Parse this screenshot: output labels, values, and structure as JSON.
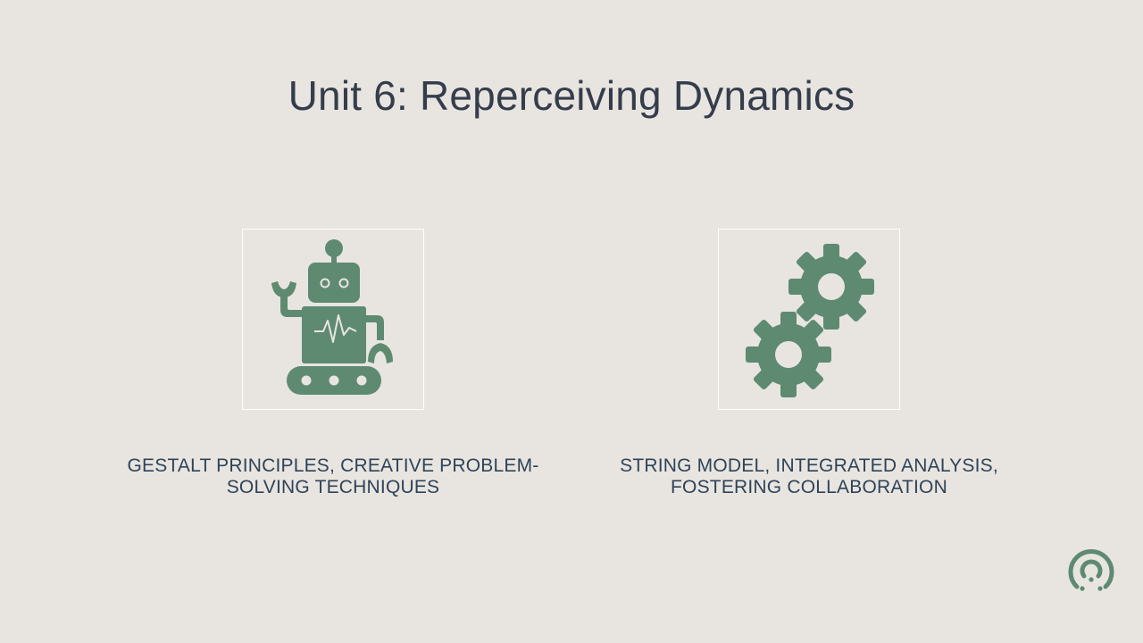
{
  "slide": {
    "title": "Unit 6: Reperceiving Dynamics",
    "accent_color": "#5e8a72",
    "cards": [
      {
        "icon": "robot-icon",
        "caption": "GESTALT PRINCIPLES, CREATIVE PROBLEM-SOLVING TECHNIQUES"
      },
      {
        "icon": "gears-icon",
        "caption": "STRING MODEL, INTEGRATED ANALYSIS, FOSTERING COLLABORATION"
      }
    ],
    "logo": "brand-logo-icon"
  }
}
